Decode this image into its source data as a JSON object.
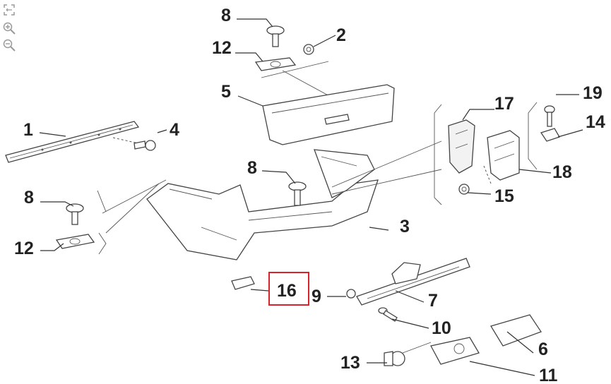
{
  "toolbar": {
    "items": [
      {
        "name": "fullscreen-icon",
        "tooltip": ""
      },
      {
        "name": "zoom-in-icon",
        "tooltip": ""
      },
      {
        "name": "zoom-out-icon",
        "tooltip": ""
      }
    ]
  },
  "diagram": {
    "callouts": [
      "1",
      "2",
      "3",
      "4",
      "5",
      "6",
      "7",
      "8",
      "8",
      "8",
      "9",
      "10",
      "11",
      "12",
      "12",
      "13",
      "14",
      "15",
      "16",
      "17",
      "18",
      "19"
    ],
    "highlighted_callout": "16",
    "highlight_color": "#d9232a",
    "line_color": "#333333"
  }
}
